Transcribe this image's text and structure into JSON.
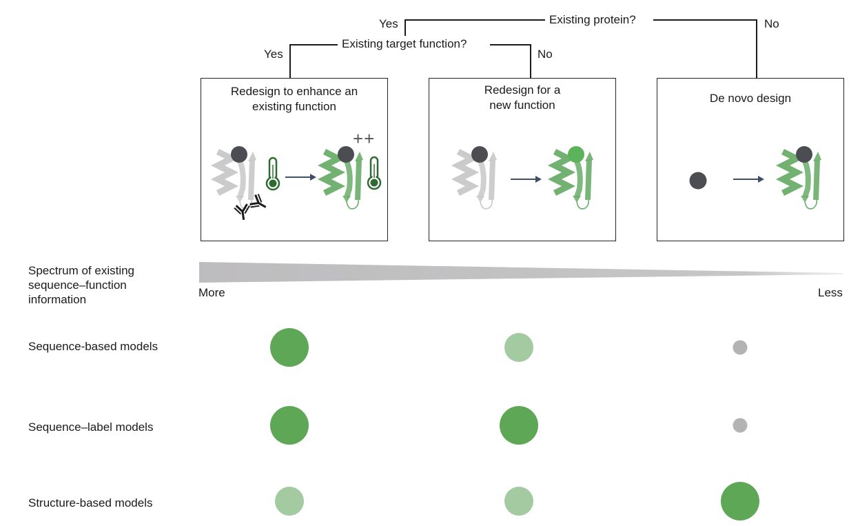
{
  "decision_tree": {
    "root_question": "Existing protein?",
    "root_yes": "Yes",
    "root_no": "No",
    "sub_question": "Existing target function?",
    "sub_yes": "Yes",
    "sub_no": "No"
  },
  "scenarios": [
    {
      "title_line1": "Redesign to enhance an",
      "title_line2": "existing function",
      "annotation": "++",
      "icons": [
        "gray-protein-with-ligand",
        "thermometer",
        "antibodies",
        "arrow",
        "green-protein-with-ligand",
        "thermometer"
      ]
    },
    {
      "title_line1": "Redesign for a",
      "title_line2": "new function",
      "icons": [
        "gray-protein-with-ligand",
        "arrow",
        "green-protein-with-new-ligand"
      ]
    },
    {
      "title_line1": "De novo design",
      "icons": [
        "ligand",
        "arrow",
        "green-protein-with-ligand"
      ]
    }
  ],
  "spectrum": {
    "label_line1": "Spectrum of existing",
    "label_line2": "sequence–function",
    "label_line3": "information",
    "left_label": "More",
    "right_label": "Less"
  },
  "colors": {
    "high": "#5ea757",
    "medium": "#a3caa0",
    "low": "#b3b3b3",
    "ligand": "#4b4d52",
    "arrow": "#3d4e66",
    "protein_gray": "#c8c8c8",
    "protein_green": "#6aad69",
    "thermometer": "#2f6a32"
  },
  "suitability_matrix": {
    "columns": [
      "Redesign to enhance an existing function",
      "Redesign for a new function",
      "De novo design"
    ],
    "rows": [
      {
        "label": "Sequence-based models",
        "levels": [
          "high",
          "medium",
          "low"
        ]
      },
      {
        "label": "Sequence–label models",
        "levels": [
          "high",
          "high",
          "low"
        ]
      },
      {
        "label": "Structure-based models",
        "levels": [
          "medium",
          "medium",
          "high"
        ]
      }
    ]
  }
}
